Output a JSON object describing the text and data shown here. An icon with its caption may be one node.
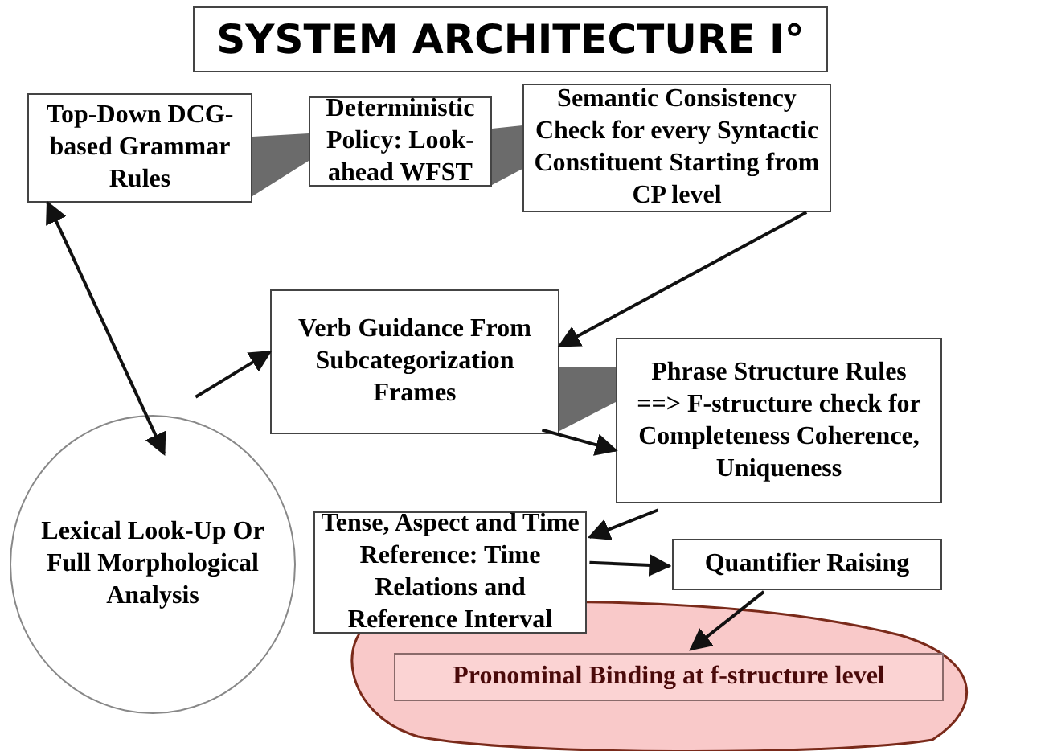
{
  "diagram": {
    "title": "SYSTEM ARCHITECTURE I°",
    "nodes": [
      {
        "text": [
          "Top-Down DCG-based Grammar Rules"
        ]
      },
      {
        "text": [
          "Deterministic Policy: Look-ahead WFST"
        ]
      },
      {
        "text": [
          "Semantic Consistency Check for every Syntactic Constituent Starting from CP level"
        ]
      },
      {
        "text": [
          "Verb Guidance From Subcategorization Frames"
        ]
      },
      {
        "text": [
          "Lexical Look-Up Or Full Morphological Analysis"
        ]
      },
      {
        "text": [
          "Phrase Structure Rules ==> F-structure check for Completeness Coherence, Uniqueness"
        ]
      },
      {
        "text": [
          "Tense, Aspect and Time Reference: Time Relations and Reference Interval"
        ]
      },
      {
        "text": [
          "Quantifier Raising"
        ]
      },
      {
        "text": [
          "Pronominal Binding at f-structure level"
        ]
      }
    ],
    "edges": [
      {
        "from": 0,
        "to": 4,
        "arrow": "both"
      },
      {
        "from": 4,
        "to": 3,
        "arrow": "to"
      },
      {
        "from": 2,
        "to": 3,
        "arrow": "to"
      },
      {
        "from": 3,
        "to": 5,
        "arrow": "to"
      },
      {
        "from": 5,
        "to": 6,
        "arrow": "to"
      },
      {
        "from": 6,
        "to": 7,
        "arrow": "to"
      },
      {
        "from": 7,
        "to": 8,
        "arrow": "to"
      }
    ]
  }
}
